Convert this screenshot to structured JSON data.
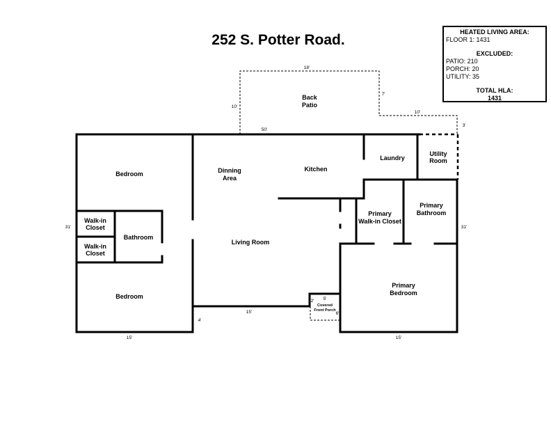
{
  "title": "252 S. Potter Road.",
  "summary": {
    "heated_heading": "HEATED LIVING AREA:",
    "floor1": "FLOOR 1: 1431",
    "excluded_heading": "EXCLUDED:",
    "patio": "PATIO: 210",
    "porch": "PORCH: 20",
    "utility": "UTILITY: 35",
    "total_heading": "TOTAL HLA:",
    "total_value": "1431"
  },
  "rooms": {
    "back_patio_1": "Back",
    "back_patio_2": "Patio",
    "bedroom_top": "Bedroom",
    "dinning_area_1": "Dinning",
    "dinning_area_2": "Area",
    "kitchen": "Kitchen",
    "laundry": "Laundry",
    "utility_room_1": "Utility",
    "utility_room_2": "Room",
    "walkin_closet_1a": "Walk-in",
    "walkin_closet_1b": "Closet",
    "walkin_closet_2a": "Walk-in",
    "walkin_closet_2b": "Closet",
    "bathroom": "Bathroom",
    "primary_walkin_1": "Primary",
    "primary_walkin_2": "Walk-in Closet",
    "primary_bath_1": "Primary",
    "primary_bath_2": "Bathroom",
    "living_room": "Living Room",
    "bedroom_bottom": "Bedroom",
    "primary_bedroom_1": "Primary",
    "primary_bedroom_2": "Bedroom",
    "porch_1": "Covered",
    "porch_2": "Front Porch"
  },
  "dimensions": {
    "patio_top": "18'",
    "patio_left": "10'",
    "patio_right": "7'",
    "patio_step": "10'",
    "utility_side": "3'",
    "house_top": "50'",
    "left_side": "31'",
    "right_side": "31'",
    "bottom_left": "15'",
    "bottom_notch_side": "4'",
    "bottom_middle": "15'",
    "porch_top": "5'",
    "porch_left": "2'",
    "porch_right": "6'",
    "bottom_right": "15'"
  }
}
